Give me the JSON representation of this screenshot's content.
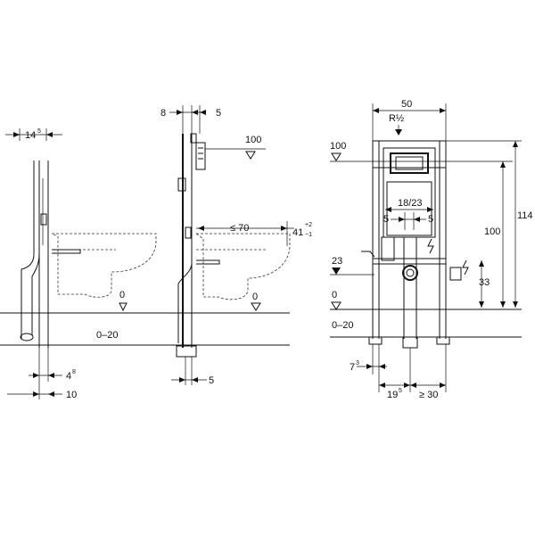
{
  "left_view": {
    "top_dim": "14",
    "top_dim_sup": "5",
    "floor_range": "0–20",
    "floor_zero": "0",
    "bottom_dim1": "4",
    "bottom_dim1_sup": "8",
    "bottom_dim2": "10"
  },
  "side_view": {
    "top_left": "8",
    "top_right": "5",
    "level_100": "100",
    "reach": "≤ 70",
    "height_41": "41",
    "height_41_plus": "+2",
    "height_41_minus": "−1",
    "floor_zero": "0",
    "bottom_right": "5"
  },
  "front_view": {
    "width": "50",
    "thread": "R½",
    "level_100": "100",
    "spacing": "18/23",
    "left_5": "5",
    "right_5": "5",
    "height_114": "114",
    "height_100": "100",
    "level_23": "23",
    "height_33": "33",
    "floor_zero": "0",
    "floor_range": "0–20",
    "bottom_7": "7",
    "bottom_7_sup": "3",
    "bottom_19": "19",
    "bottom_19_sup": "5",
    "bottom_30": "≥ 30"
  }
}
